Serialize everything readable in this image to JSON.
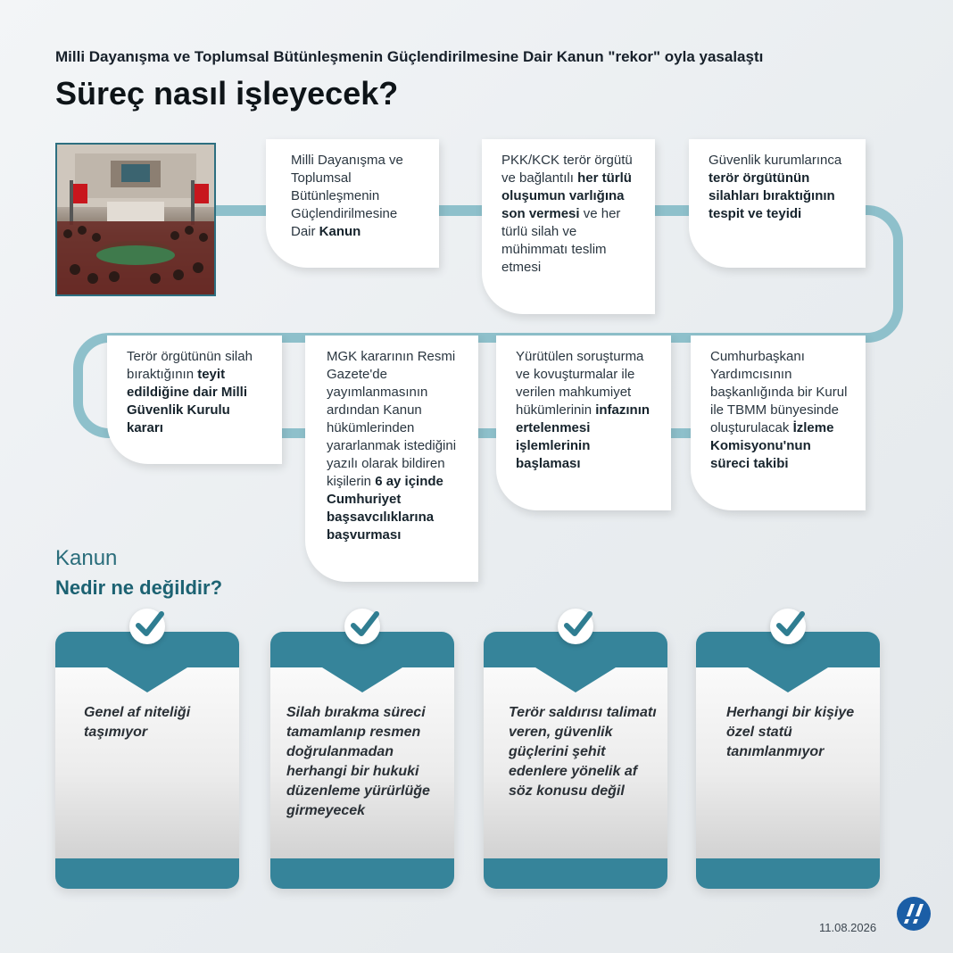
{
  "header": {
    "subtitle": "Milli Dayanışma ve Toplumsal Bütünleşmenin Güçlendirilmesine Dair Kanun \"rekor\" oyla yasalaştı",
    "title": "Süreç nasıl işleyecek?"
  },
  "steps": [
    {
      "parts": [
        {
          "t": "Milli Dayanışma ve Toplumsal Bütünleşmenin Güçlendirilmesine Dair ",
          "b": false
        },
        {
          "t": "Kanun",
          "b": true
        }
      ]
    },
    {
      "parts": [
        {
          "t": "PKK/KCK terör örgütü ve bağlantılı ",
          "b": false
        },
        {
          "t": "her türlü oluşumun varlığına son vermesi",
          "b": true
        },
        {
          "t": " ve her türlü silah ve mühimmatı teslim etmesi",
          "b": false
        }
      ]
    },
    {
      "parts": [
        {
          "t": "Güvenlik kurumlarınca ",
          "b": false
        },
        {
          "t": "terör örgütünün silahları bıraktığının tespit ve teyidi",
          "b": true
        }
      ]
    },
    {
      "parts": [
        {
          "t": "Cumhurbaşkanı Yardımcısının başkanlığında bir Kurul ile TBMM bünyesinde oluşturulacak ",
          "b": false
        },
        {
          "t": "İzleme Komisyonu'nun süreci takibi",
          "b": true
        }
      ]
    },
    {
      "parts": [
        {
          "t": "Yürütülen soruşturma ve kovuşturmalar ile verilen mahkumiyet hükümlerinin ",
          "b": false
        },
        {
          "t": "infazının ertelenmesi işlemlerinin başlaması",
          "b": true
        }
      ]
    },
    {
      "parts": [
        {
          "t": "MGK kararının Resmi Gazete'de yayımlanmasının ardından Kanun hükümlerinden yararlanmak istediğini yazılı olarak bildiren kişilerin ",
          "b": false
        },
        {
          "t": "6 ay içinde Cumhuriyet başsavcılıklarına başvurması",
          "b": true
        }
      ]
    },
    {
      "parts": [
        {
          "t": "Terör örgütünün silah bıraktığının ",
          "b": false
        },
        {
          "t": "teyit edildiğine dair Milli Güvenlik Kurulu kararı",
          "b": true
        }
      ]
    }
  ],
  "section": {
    "label": "Kanun",
    "subtitle": "Nedir ne değildir?"
  },
  "facts": [
    "Genel af niteliği taşımıyor",
    "Silah bırakma süreci tamamlanıp resmen doğrulanmadan herhangi bir hukuki düzenleme yürürlüğe girmeyecek",
    "Terör saldırısı talimatı veren, güvenlik güçlerini şehit edenlere yönelik af söz konusu değil",
    "Herhangi bir kişiye özel statü tanımlanmıyor"
  ],
  "footer": {
    "date": "11.08.2026",
    "logo_text": "AA"
  },
  "colors": {
    "accent": "#36849a",
    "connector": "#8ec0cb",
    "title": "#1c6272"
  },
  "icons": {
    "check": "check-icon",
    "logo": "aa-logo-icon"
  }
}
